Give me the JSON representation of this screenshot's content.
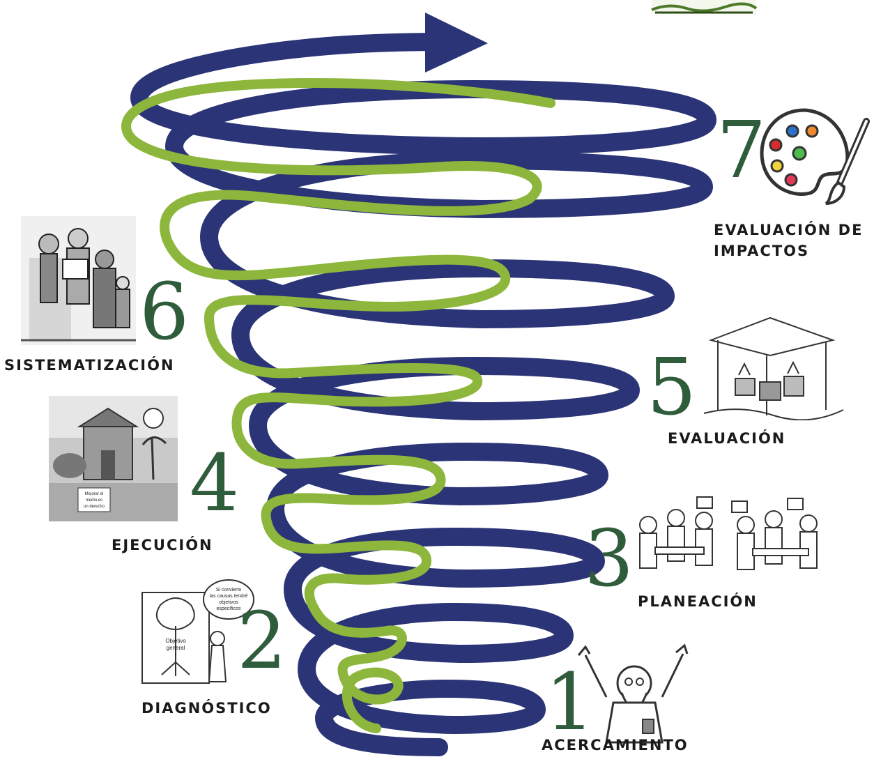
{
  "steps": [
    {
      "number": "1",
      "label": "ACERCAMIENTO"
    },
    {
      "number": "2",
      "label": "DIAGNÓSTICO"
    },
    {
      "number": "3",
      "label": "PLANEACIÓN"
    },
    {
      "number": "4",
      "label": "EJECUCIÓN"
    },
    {
      "number": "5",
      "label": "EVALUACIÓN"
    },
    {
      "number": "6",
      "label": "SISTEMATIZACIÓN"
    },
    {
      "number": "7",
      "label_line1": "EVALUACIÓN DE",
      "label_line2": "IMPACTOS"
    }
  ],
  "illustration_text": {
    "diagnostico_bubble": [
      "Si convierto",
      "las causas tendré",
      "objetivos",
      "específicos"
    ],
    "diagnostico_tree": [
      "Objetivo",
      "general"
    ],
    "ejecucion_sign": [
      "Mejorar el",
      "medio es",
      "un derecho"
    ]
  },
  "colors": {
    "spiral": "#2b3476",
    "green_line": "#8db63c",
    "number": "#2f5d3c",
    "label": "#1a1a1a"
  },
  "icons": [
    "palette-icon",
    "paintbrush-icon"
  ]
}
